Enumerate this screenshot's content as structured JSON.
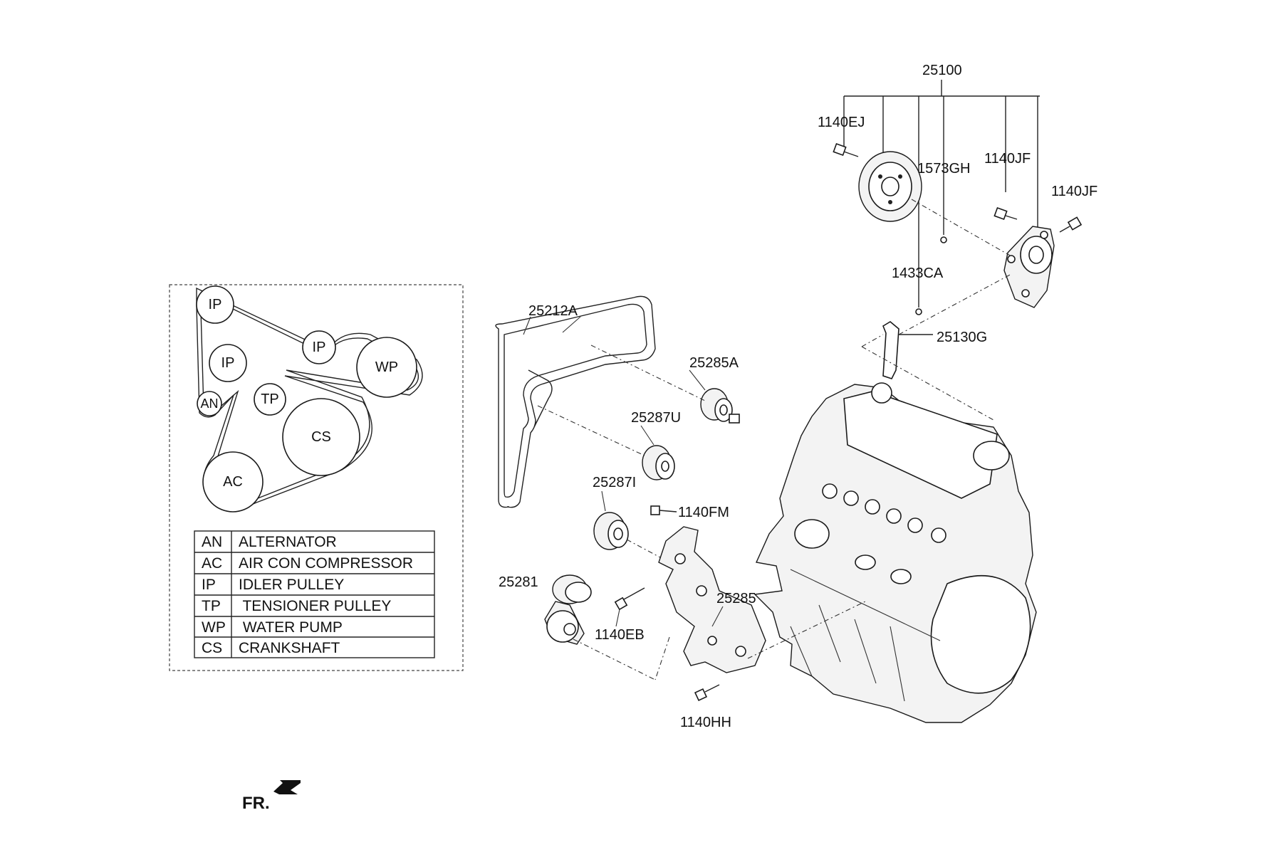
{
  "belt_layout": {
    "pulleys": [
      {
        "code": "IP"
      },
      {
        "code": "IP"
      },
      {
        "code": "IP"
      },
      {
        "code": "WP"
      },
      {
        "code": "AN"
      },
      {
        "code": "TP"
      },
      {
        "code": "CS"
      },
      {
        "code": "AC"
      }
    ]
  },
  "legend": [
    {
      "code": "AN",
      "name": "ALTERNATOR"
    },
    {
      "code": "AC",
      "name": "AIR CON COMPRESSOR"
    },
    {
      "code": "IP",
      "name": "IDLER PULLEY"
    },
    {
      "code": "TP",
      "name": " TENSIONER PULLEY"
    },
    {
      "code": "WP",
      "name": " WATER PUMP"
    },
    {
      "code": "CS",
      "name": "CRANKSHAFT"
    }
  ],
  "callouts": {
    "water_pump_assy": "25100",
    "bolt_ej": "1140EJ",
    "pin_gh": "1573GH",
    "bolt_jf_1": "1140JF",
    "bolt_jf_2": "1140JF",
    "pin_ca": "1433CA",
    "gasket": "25130G",
    "belt": "25212A",
    "idler_a": "25285A",
    "idler_u": "25287U",
    "idler_i": "25287I",
    "bolt_fm": "1140FM",
    "tensioner": "25281",
    "bracket": "25285",
    "bolt_eb": "1140EB",
    "bolt_hh": "1140HH"
  },
  "orientation": {
    "label": "FR."
  }
}
